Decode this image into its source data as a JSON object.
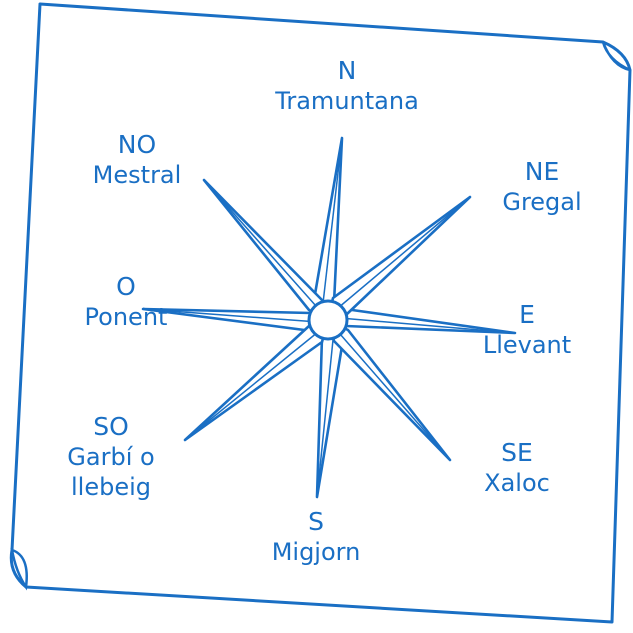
{
  "diagram": {
    "colors": {
      "ink": "#1a6fc4",
      "paper": "#ffffff"
    },
    "winds": [
      {
        "id": "n",
        "abbr": "N",
        "name": "Tramuntana"
      },
      {
        "id": "ne",
        "abbr": "NE",
        "name": "Gregal"
      },
      {
        "id": "e",
        "abbr": "E",
        "name": "Llevant"
      },
      {
        "id": "se",
        "abbr": "SE",
        "name": "Xaloc"
      },
      {
        "id": "s",
        "abbr": "S",
        "name": "Migjorn"
      },
      {
        "id": "so",
        "abbr": "SO",
        "name": "Garbí o",
        "name2": "llebeig"
      },
      {
        "id": "o",
        "abbr": "O",
        "name": "Ponent"
      },
      {
        "id": "no",
        "abbr": "NO",
        "name": "Mestral"
      }
    ]
  }
}
